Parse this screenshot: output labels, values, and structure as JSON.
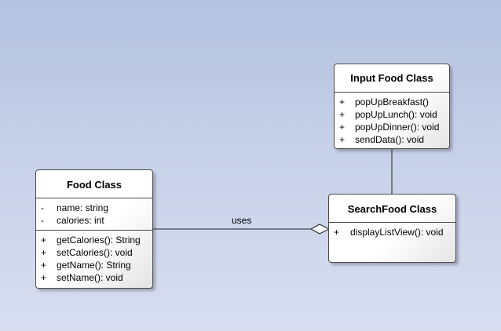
{
  "diagram": {
    "classes": {
      "input_food": {
        "name": "Input Food Class",
        "operations": [
          {
            "vis": "+",
            "text": "popUpBreakfast()"
          },
          {
            "vis": "+",
            "text": "popUpLunch(): void"
          },
          {
            "vis": "+",
            "text": "popUpDinner(): void"
          },
          {
            "vis": "+",
            "text": "sendData(): void"
          }
        ]
      },
      "food": {
        "name": "Food Class",
        "attributes": [
          {
            "vis": "-",
            "text": "name: string"
          },
          {
            "vis": "-",
            "text": "calories: int"
          }
        ],
        "operations": [
          {
            "vis": "+",
            "text": "getCalories(): String"
          },
          {
            "vis": "+",
            "text": "setCalories(): void"
          },
          {
            "vis": "+",
            "text": "getName(): String"
          },
          {
            "vis": "+",
            "text": "setName(): void"
          }
        ]
      },
      "search_food": {
        "name": "SearchFood Class",
        "operations": [
          {
            "vis": "+",
            "text": "displayListView(): void"
          }
        ]
      }
    },
    "associations": {
      "uses_label": "uses"
    }
  }
}
